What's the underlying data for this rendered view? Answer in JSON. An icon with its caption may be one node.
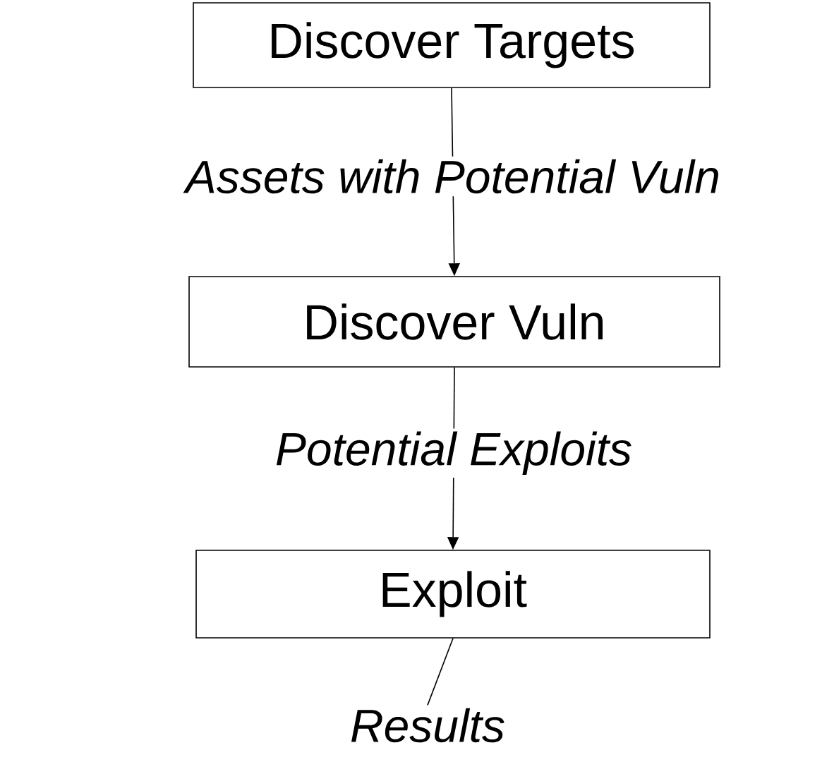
{
  "diagram": {
    "nodes": [
      {
        "text": [
          "Discover Targets"
        ]
      },
      {
        "text": [
          "Discover Vuln"
        ]
      },
      {
        "text": [
          "Exploit"
        ]
      },
      {
        "text": [
          "Results"
        ]
      }
    ],
    "edges": [
      {
        "from": 0,
        "to": 1,
        "arrow": "to",
        "label": "Assets with Potential Vuln"
      },
      {
        "from": 1,
        "to": 2,
        "arrow": "to",
        "label": "Potential Exploits"
      },
      {
        "from": 2,
        "to": 3,
        "arrow": "none"
      }
    ]
  }
}
